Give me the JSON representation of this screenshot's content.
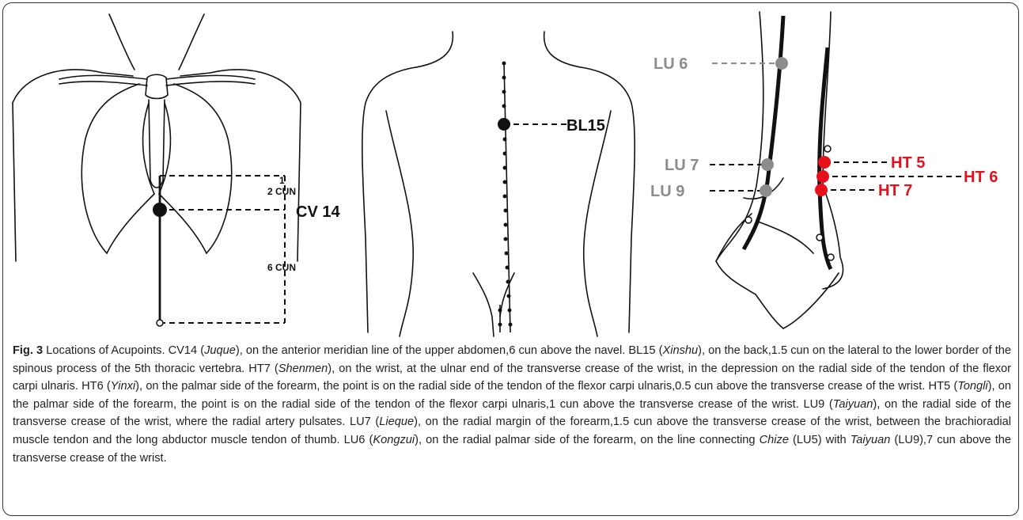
{
  "figure": {
    "panel_front": {
      "cun_top": "1",
      "cun_2": "2 CUN",
      "cun_6": "6 CUN",
      "point_label": "CV 14"
    },
    "panel_back": {
      "point_label": "BL15"
    },
    "panel_arm": {
      "lu6": "LU 6",
      "lu7": "LU 7",
      "lu9": "LU 9",
      "ht5": "HT 5",
      "ht6": "HT 6",
      "ht7": "HT 7"
    },
    "colors": {
      "lung_points": "#8c8c8c",
      "heart_points": "#e8101a",
      "ink": "#111111"
    }
  },
  "caption": {
    "fig_label": "Fig. 3",
    "t1": " Locations of Acupoints. CV14 (",
    "i1": "Juque",
    "t2": "), on the anterior meridian line of the upper abdomen,6 cun above the navel. BL15 (",
    "i2": "Xinshu",
    "t3": "), on the back,1.5 cun on the lateral to the lower border of the spinous process of the 5th thoracic vertebra. HT7 (",
    "i3": "Shenmen",
    "t4": "), on the wrist, at the ulnar end of the transverse crease of the wrist, in the depression on the radial side of the tendon of the flexor carpi ulnaris. HT6 (",
    "i4": "Yinxi",
    "t5": "), on the palmar side of the forearm, the point is on the radial side of the tendon of the flexor carpi ulnaris,0.5 cun above the transverse crease of the wrist. HT5 (",
    "i5": "Tongli",
    "t6": "), on the palmar side of the forearm, the point is on the radial side of the tendon of the flexor carpi ulnaris,1 cun above the transverse crease of the wrist. LU9 (",
    "i6": "Taiyuan",
    "t7": "), on the radial side of the transverse crease of the wrist, where the radial artery pulsates. LU7 (",
    "i7": "Lieque",
    "t8": "), on the radial margin of the forearm,1.5 cun above the transverse crease of the wrist, between the brachioradial muscle tendon and the long abductor muscle tendon of thumb. LU6 (",
    "i8": "Kongzui",
    "t9": "), on the radial palmar side of the forearm, on the line connecting ",
    "i9": "Chize",
    "t10": " (LU5) with ",
    "i10": "Taiyuan",
    "t11": " (LU9),7 cun above the transverse crease of the wrist."
  }
}
